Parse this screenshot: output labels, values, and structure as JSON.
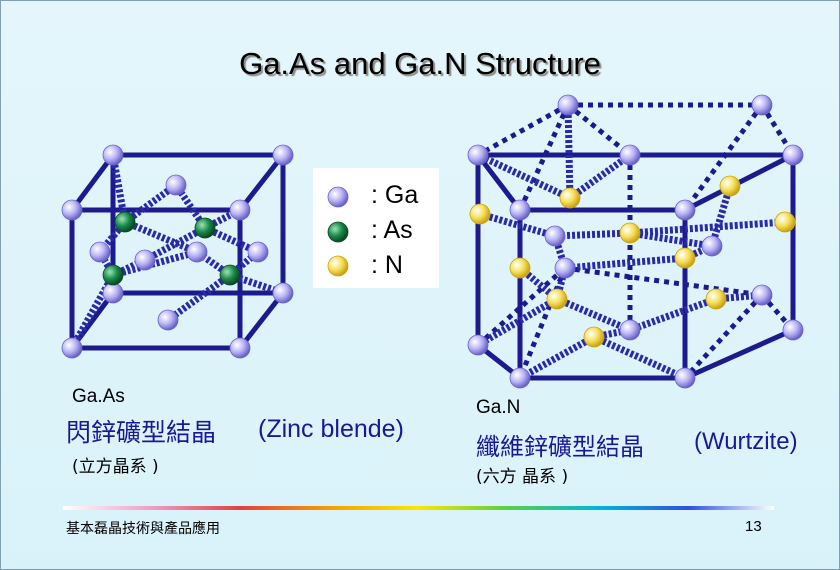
{
  "slide": {
    "title": "Ga.As and Ga.N Structure",
    "page_number": "13",
    "footer_text": "基本磊晶技術與產品應用"
  },
  "legend": {
    "items": [
      {
        "label": ": Ga",
        "color": "#b9b4f3"
      },
      {
        "label": ": As",
        "color": "#1a8a4a"
      },
      {
        "label": ": N",
        "color": "#f6df5a"
      }
    ]
  },
  "left_structure": {
    "name": "Ga.As",
    "chinese_name": "閃鋅礦型結晶",
    "english_name": "(Zinc blende)",
    "crystal_system": "(立方晶系 )"
  },
  "right_structure": {
    "name": "Ga.N",
    "chinese_name": "纖維鋅礦型結晶",
    "english_name": "(Wurtzite)",
    "crystal_system": "(六方 晶系 )"
  },
  "colors": {
    "cube_edge": "#1c1a8c",
    "bond": "#2a2aa8",
    "ga_atom": "#b9b4f3",
    "as_atom": "#1a8a4a",
    "n_atom": "#f6df5a"
  }
}
